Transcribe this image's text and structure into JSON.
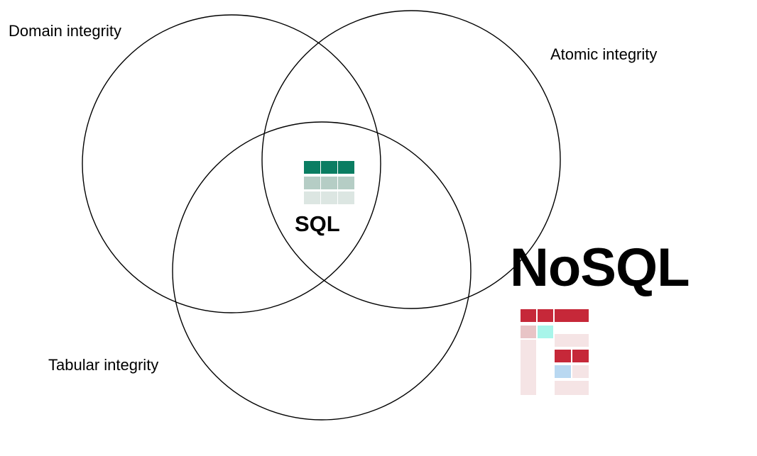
{
  "diagram": {
    "sets": [
      {
        "id": "domain",
        "label": "Domain integrity"
      },
      {
        "id": "atomic",
        "label": "Atomic integrity"
      },
      {
        "id": "tabular",
        "label": "Tabular integrity"
      }
    ],
    "intersection_label": "SQL",
    "outside_label": "NoSQL",
    "colors": {
      "circle_stroke": "#000000",
      "sql_header": "#0a7d62",
      "sql_row_1": "#b5cdc5",
      "sql_row_2": "#dce6e2",
      "nosql_header": "#c62839",
      "nosql_light": "#f5e4e5",
      "nosql_mid": "#e8c4c6",
      "nosql_cyan": "#a8f5ea",
      "nosql_blue": "#b9d8f1"
    },
    "icons": {
      "sql": "sql-table-icon",
      "nosql": "nosql-table-icon"
    }
  }
}
